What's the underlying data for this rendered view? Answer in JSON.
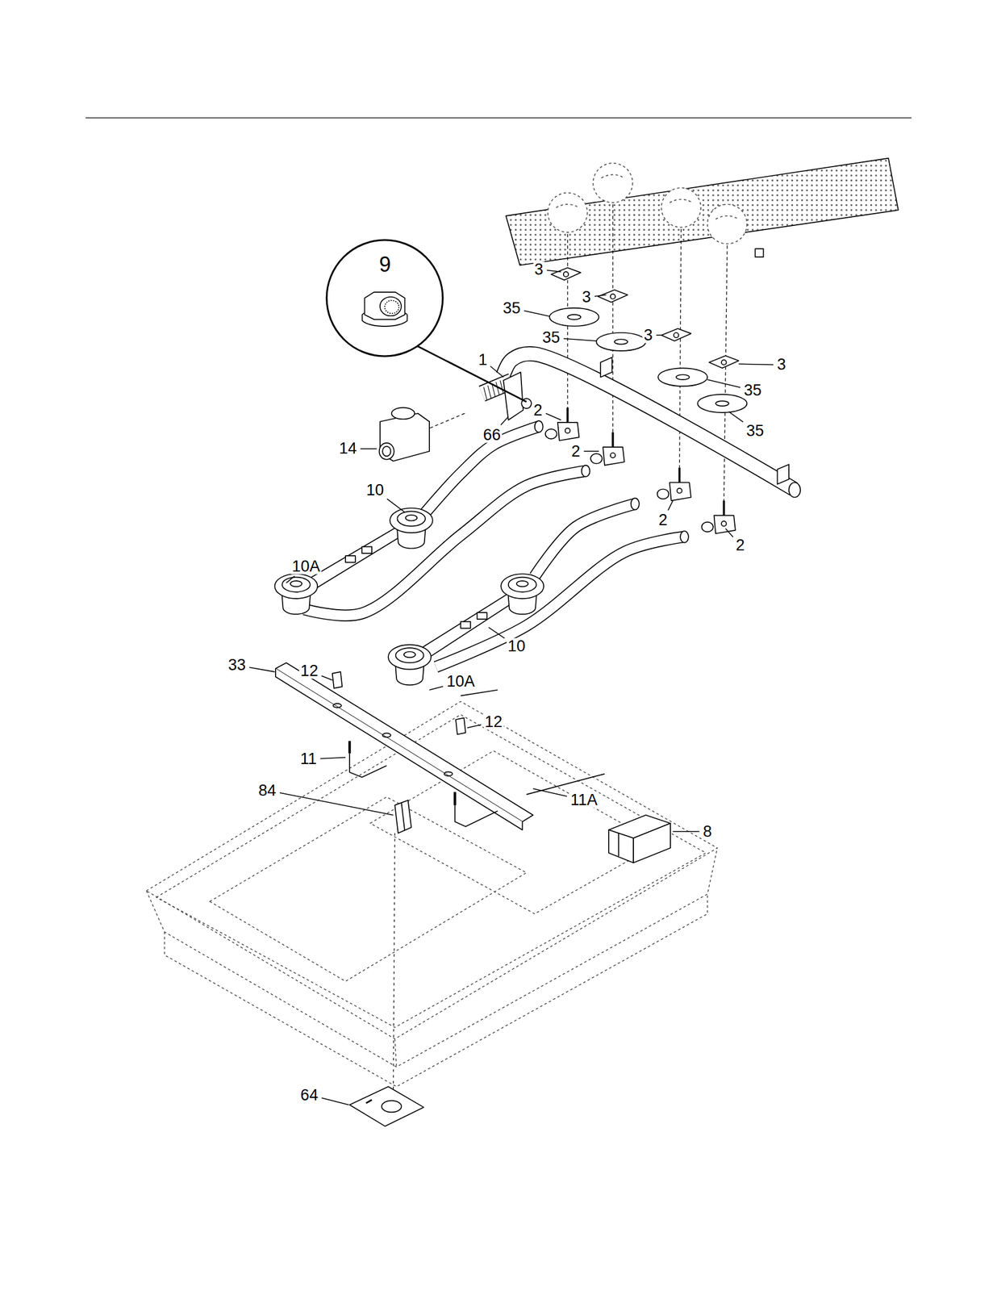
{
  "diagram": {
    "nodes": [
      {
        "text": [
          "9"
        ]
      }
    ],
    "labels": [
      "3",
      "3",
      "35",
      "3",
      "35",
      "1",
      "3",
      "35",
      "2",
      "35",
      "66",
      "14",
      "2",
      "10",
      "2",
      "2",
      "10A",
      "10",
      "33",
      "12",
      "10A",
      "12",
      "11",
      "84",
      "11A",
      "8",
      "64"
    ]
  }
}
